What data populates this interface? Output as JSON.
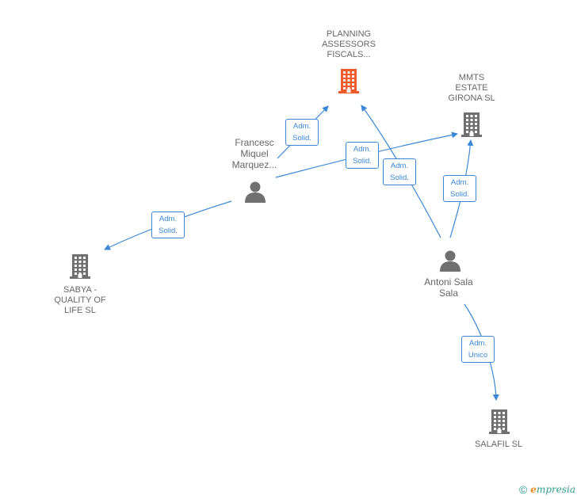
{
  "nodes": {
    "planning": {
      "label": "PLANNING\nASSESSORS\nFISCALS...",
      "type": "company",
      "color": "#f05a28"
    },
    "mmts": {
      "label": "MMTS\nESTATE\nGIRONA SL",
      "type": "company",
      "color": "#707070"
    },
    "francesc": {
      "label": "Francesc\nMiquel\nMarquez...",
      "type": "person",
      "color": "#707070"
    },
    "sabya": {
      "label": "SABYA -\nQUALITY OF\nLIFE SL",
      "type": "company",
      "color": "#707070"
    },
    "antoni": {
      "label": "Antoni Sala\nSala",
      "type": "person",
      "color": "#707070"
    },
    "salafil": {
      "label": "SALAFIL SL",
      "type": "company",
      "color": "#707070"
    }
  },
  "edges": [
    {
      "id": "francesc-planning",
      "from": "francesc",
      "to": "planning",
      "label": "Adm.\nSolid."
    },
    {
      "id": "francesc-mmts",
      "from": "francesc",
      "to": "mmts",
      "label": "Adm.\nSolid."
    },
    {
      "id": "francesc-sabya",
      "from": "francesc",
      "to": "sabya",
      "label": "Adm.\nSolid."
    },
    {
      "id": "antoni-planning",
      "from": "antoni",
      "to": "planning",
      "label": "Adm.\nSolid."
    },
    {
      "id": "antoni-mmts",
      "from": "antoni",
      "to": "mmts",
      "label": "Adm.\nSolid."
    },
    {
      "id": "antoni-salafil",
      "from": "antoni",
      "to": "salafil",
      "label": "Adm.\nUnico"
    }
  ],
  "colors": {
    "edge": "#3a87d6"
  },
  "footer": {
    "copyright": "©",
    "brand_initial": "e",
    "brand_rest": "mpresia"
  }
}
